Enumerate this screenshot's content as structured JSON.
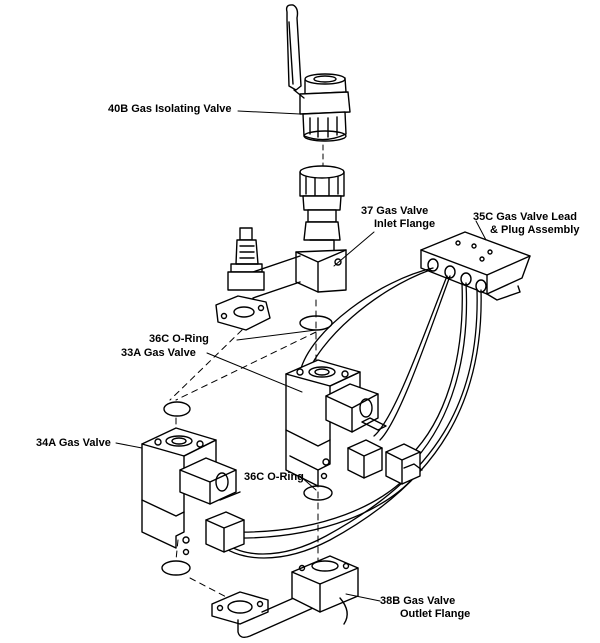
{
  "labels": {
    "isolating_valve": "40B  Gas Isolating Valve",
    "inlet_flange_line1": "37  Gas Valve",
    "inlet_flange_line2": "Inlet Flange",
    "lead_plug_line1": "35C  Gas Valve Lead",
    "lead_plug_line2": "& Plug Assembly",
    "oring_upper": "36C  O-Ring",
    "gas_valve_33a": "33A Gas Valve",
    "gas_valve_34a": "34A  Gas Valve",
    "oring_lower": "36C  O-Ring",
    "outlet_flange_line1": "38B  Gas Valve",
    "outlet_flange_line2": "Outlet Flange"
  }
}
